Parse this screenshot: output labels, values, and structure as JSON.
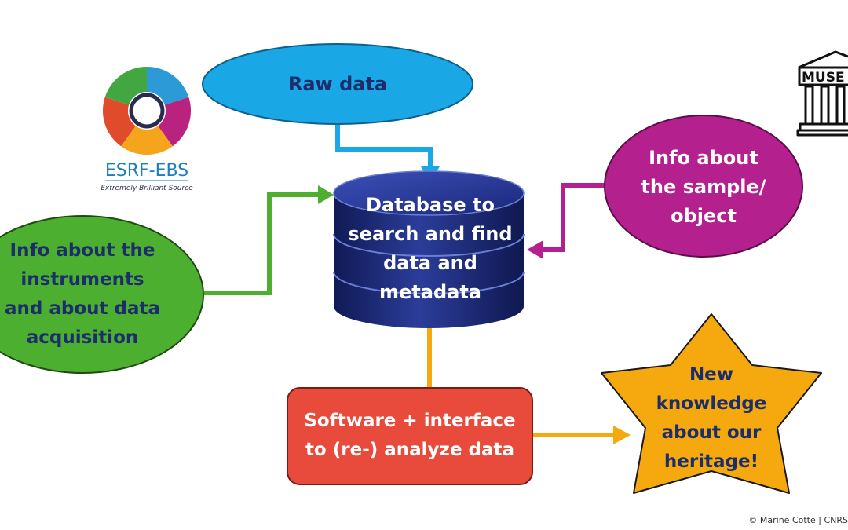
{
  "logo": {
    "name": "ESRF-EBS",
    "tagline": "Extremely Brilliant Source"
  },
  "museum_icon": {
    "icon": "museum-building-icon",
    "lettering": "MUSE"
  },
  "nodes": {
    "raw_data": {
      "text": "Raw data"
    },
    "database": {
      "lines": [
        "Database to",
        "search and find",
        "data and",
        "metadata"
      ]
    },
    "instruments": {
      "lines": [
        "Info about the",
        "instruments",
        "and about data",
        "acquisition"
      ]
    },
    "sample": {
      "lines": [
        "Info about",
        "the sample/",
        "object"
      ]
    },
    "software": {
      "lines": [
        "Software + interface",
        "to (re-) analyze data"
      ]
    },
    "knowledge": {
      "lines": [
        "New",
        "knowledge",
        "about our",
        "heritage!"
      ]
    }
  },
  "credit": "© Marine Cotte | CNRS",
  "colors": {
    "raw_data": "#1aa7e6",
    "database": "#1f2a6e",
    "instruments": "#4caf2f",
    "sample": "#b5208f",
    "software": "#e84a3c",
    "knowledge": "#f5a90e",
    "text_dark": "#1b2d6b",
    "text_light": "#ffffff"
  }
}
